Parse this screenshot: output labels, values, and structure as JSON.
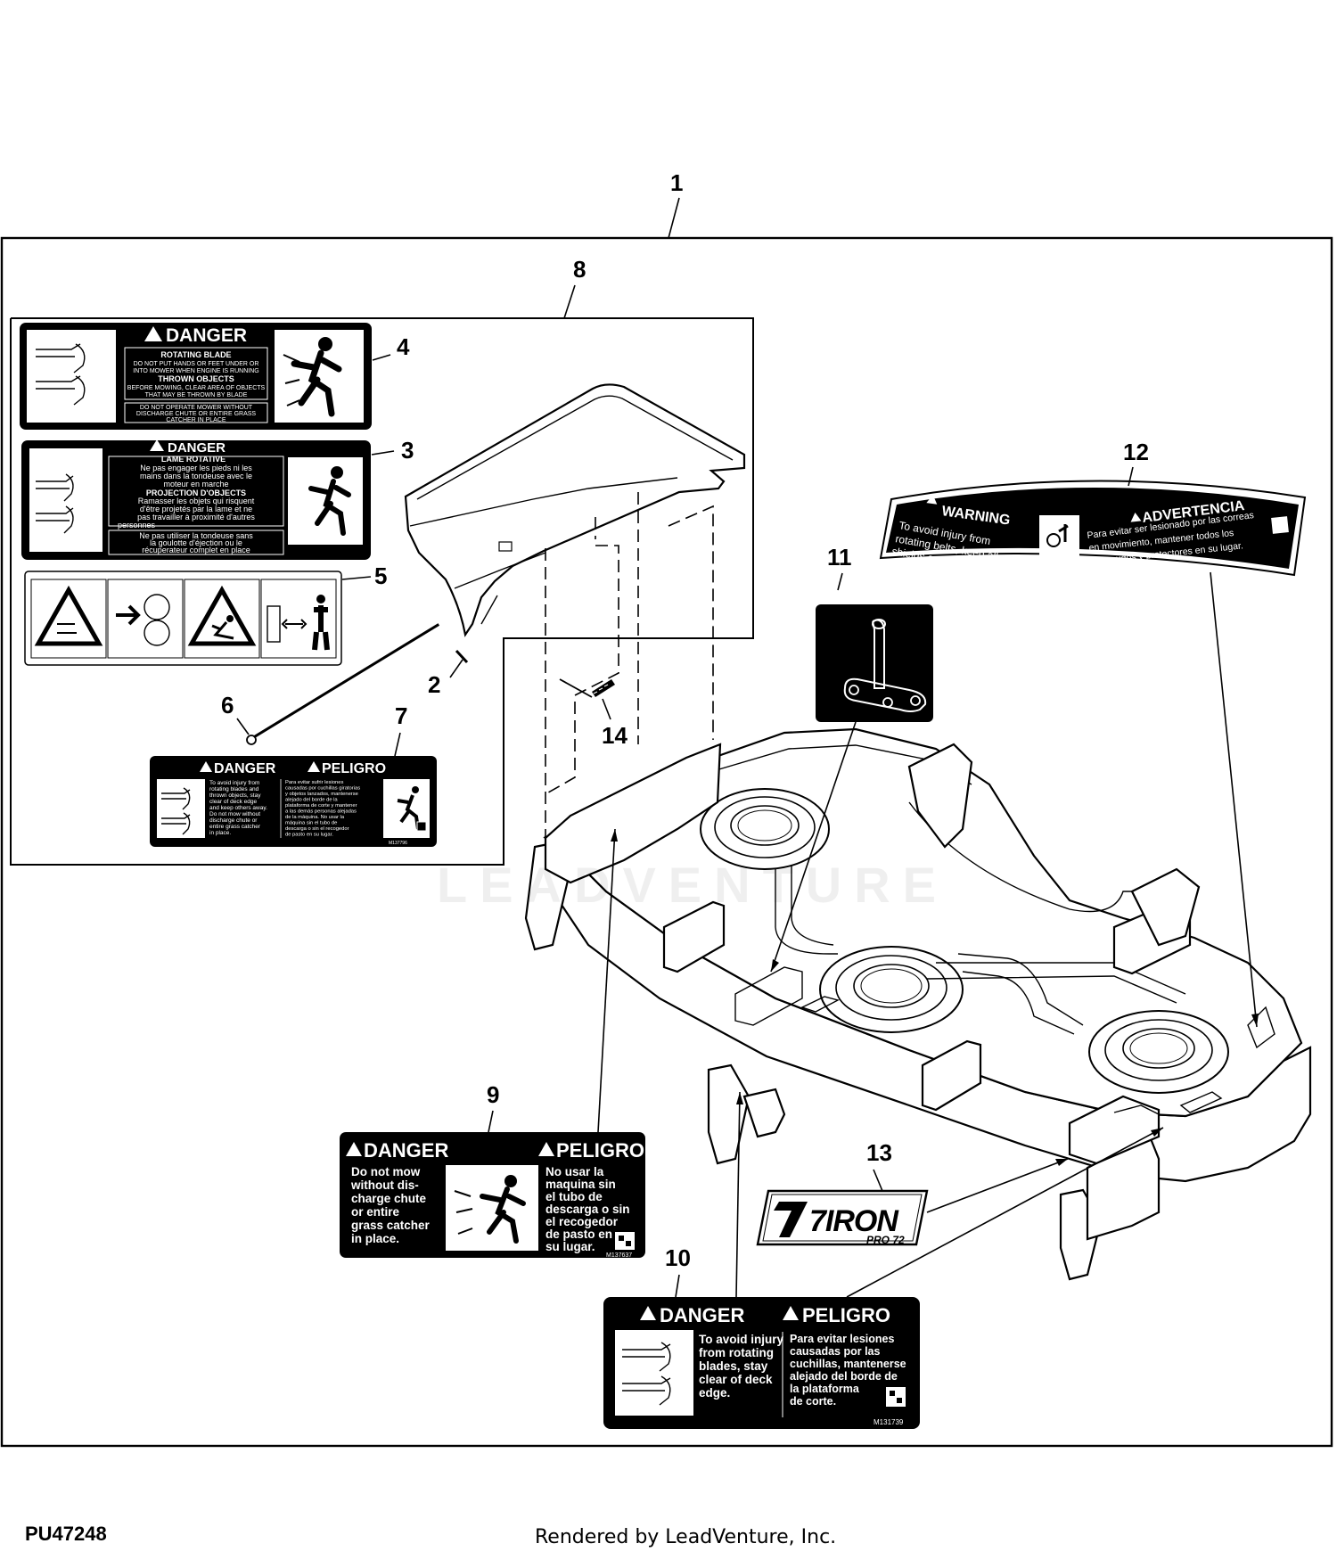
{
  "diagram_id": "PU47248",
  "footer": "Rendered by LeadVenture, Inc.",
  "watermark": "LEADVENTURE",
  "callouts": {
    "c1": "1",
    "c2": "2",
    "c3": "3",
    "c4": "4",
    "c5": "5",
    "c6": "6",
    "c7": "7",
    "c8": "8",
    "c9": "9",
    "c10": "10",
    "c11": "11",
    "c12": "12",
    "c13": "13",
    "c14": "14"
  },
  "label4": {
    "title": "DANGER",
    "line1": "ROTATING BLADE",
    "line2": "DO NOT PUT HANDS OR FEET UNDER OR",
    "line3": "INTO MOWER WHEN ENGINE IS RUNNING",
    "line4": "THROWN OBJECTS",
    "line5": "BEFORE MOWING, CLEAR AREA OF OBJECTS",
    "line6": "THAT MAY BE THROWN BY BLADE",
    "line7": "DO NOT OPERATE MOWER WITHOUT",
    "line8": "DISCHARGE CHUTE OR ENTIRE GRASS",
    "line9": "CATCHER IN PLACE"
  },
  "label3": {
    "title": "DANGER",
    "line1": "LAME ROTATIVE",
    "line2": "Ne pas engager les pieds ni les",
    "line3": "mains dans la tondeuse avec le",
    "line4": "moteur en marche",
    "line5": "PROJECTION D'OBJECTS",
    "line6": "Ramasser les objets qui risquent",
    "line7": "d'être projetés par la lame et ne",
    "line8": "pas travailler à proximité d'autres",
    "line9": "personnes",
    "line10": "Ne pas utiliser la tondeuse sans",
    "line11": "la goulotte d'éjection ou le",
    "line12": "récuperateur complet en place"
  },
  "label7": {
    "title_en": "DANGER",
    "title_es": "PELIGRO",
    "en1": "To avoid injury from",
    "en2": "rotating blades and",
    "en3": "thrown objects, stay",
    "en4": "clear of deck edge",
    "en5": "and keep others away.",
    "en6": "Do not mow without",
    "en7": "discharge chute or",
    "en8": "entire grass catcher",
    "en9": "in place.",
    "es1": "Para evitar sufrir lesiones",
    "es2": "causadas por cuchillas giratorias",
    "es3": "y objetos lanzados, mantenerse",
    "es4": "alejado del borde de la",
    "es5": "plataforma de corte y mantener",
    "es6": "a las demás personas alejadas",
    "es7": "de la máquina. No usar la",
    "es8": "máquina sin el tubo de",
    "es9": "descarga o sin el recogedor",
    "es10": "de pasto en su lugar.",
    "code": "M137796"
  },
  "label9": {
    "title_en": "DANGER",
    "title_es": "PELIGRO",
    "en1": "Do not mow",
    "en2": "without dis-",
    "en3": "charge chute",
    "en4": "or entire",
    "en5": "grass catcher",
    "en6": "in place.",
    "es1": "No usar la",
    "es2": "maquina sin",
    "es3": "el tubo de",
    "es4": "descarga o sin",
    "es5": "el recogedor",
    "es6": "de pasto en",
    "es7": "su lugar.",
    "code": "M137637"
  },
  "label10": {
    "title_en": "DANGER",
    "title_es": "PELIGRO",
    "en1": "To avoid injury",
    "en2": "from rotating",
    "en3": "blades, stay",
    "en4": "clear of deck",
    "en5": "edge.",
    "es1": "Para evitar lesiones",
    "es2": "causadas por las",
    "es3": "cuchillas, mantenerse",
    "es4": "alejado del borde de",
    "es5": "la plataforma",
    "es6": "de corte.",
    "code": "M131739"
  },
  "label12": {
    "title_en": "WARNING",
    "title_es": "ADVERTENCIA",
    "en1": "To avoid injury from",
    "en2": "rotating belts, keep all",
    "en3": "shields and guards in place.",
    "es1": "Para evitar ser lesionado por las correas",
    "es2": "en movimiento, mantener todos los",
    "es3": "escudos y protectores en su lugar."
  },
  "label13": {
    "brand": "7IRON",
    "model": "PRO 72"
  }
}
